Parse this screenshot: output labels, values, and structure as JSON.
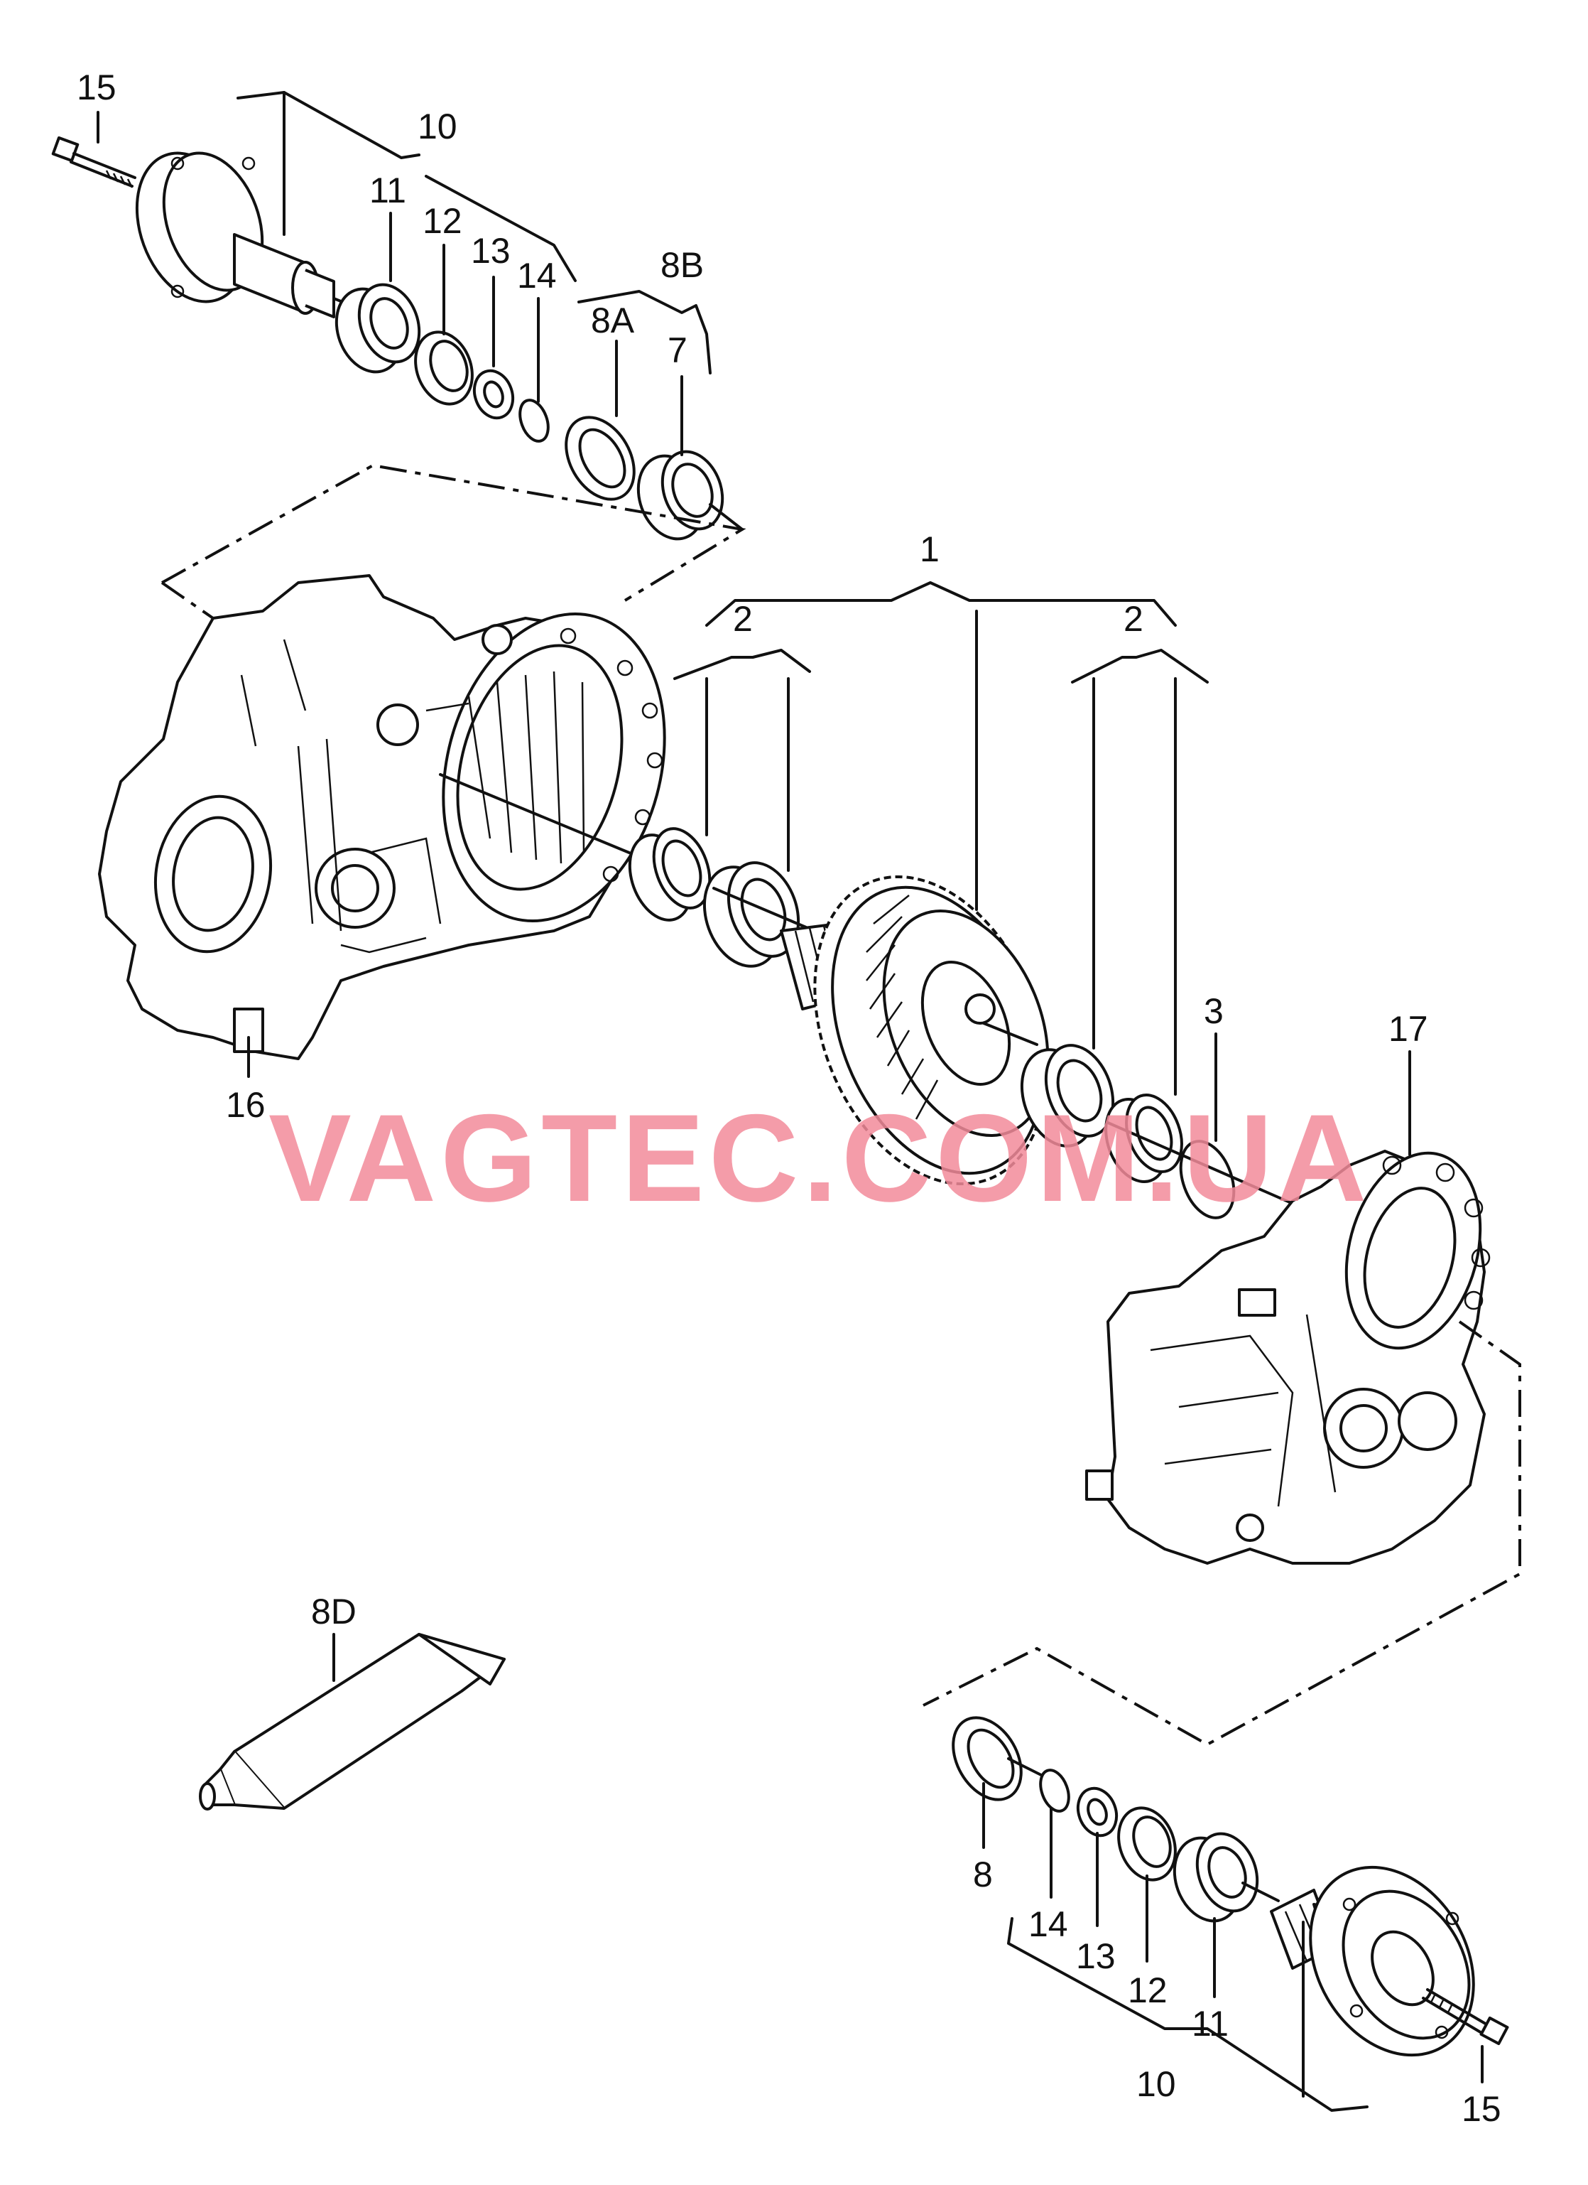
{
  "watermark": "VAGTEC.COM.UA",
  "callouts": {
    "c1": "1",
    "c2a": "2",
    "c2b": "2",
    "c3": "3",
    "c7": "7",
    "c8": "8",
    "c8a": "8A",
    "c8b": "8B",
    "c8d": "8D",
    "c10_top": "10",
    "c10_bottom": "10",
    "c11_top": "11",
    "c11_bottom": "11",
    "c12_top": "12",
    "c12_bottom": "12",
    "c13_top": "13",
    "c13_bottom": "13",
    "c14_top": "14",
    "c14_bottom": "14",
    "c15_top": "15",
    "c15_bottom": "15",
    "c16": "16",
    "c17": "17"
  }
}
